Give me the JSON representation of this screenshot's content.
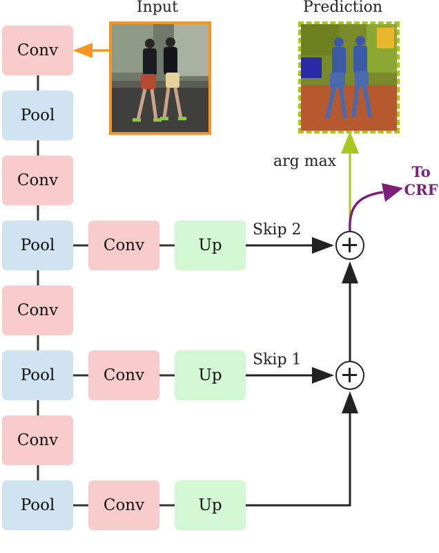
{
  "labels": {
    "input": "Input",
    "prediction": "Prediction",
    "argmax": "arg max",
    "skip2": "Skip 2",
    "skip1": "Skip 1",
    "to_crf_line1": "To",
    "to_crf_line2": "CRF"
  },
  "encoder": {
    "blocks": [
      {
        "type": "conv",
        "label": "Conv"
      },
      {
        "type": "pool",
        "label": "Pool"
      },
      {
        "type": "conv",
        "label": "Conv"
      },
      {
        "type": "pool",
        "label": "Pool"
      },
      {
        "type": "conv",
        "label": "Conv"
      },
      {
        "type": "pool",
        "label": "Pool"
      },
      {
        "type": "conv",
        "label": "Conv"
      },
      {
        "type": "pool",
        "label": "Pool"
      }
    ]
  },
  "branches": [
    {
      "conv_label": "Conv",
      "up_label": "Up"
    },
    {
      "conv_label": "Conv",
      "up_label": "Up"
    },
    {
      "conv_label": "Conv",
      "up_label": "Up"
    }
  ],
  "colors": {
    "conv": "#f9cccc",
    "pool": "#cfe3f1",
    "up": "#d2f7d2",
    "input_border": "#f7941d",
    "prediction_border": "#a6c81e",
    "argmax_arrow": "#a6c81e",
    "crf_arrow": "#7b1f78"
  }
}
